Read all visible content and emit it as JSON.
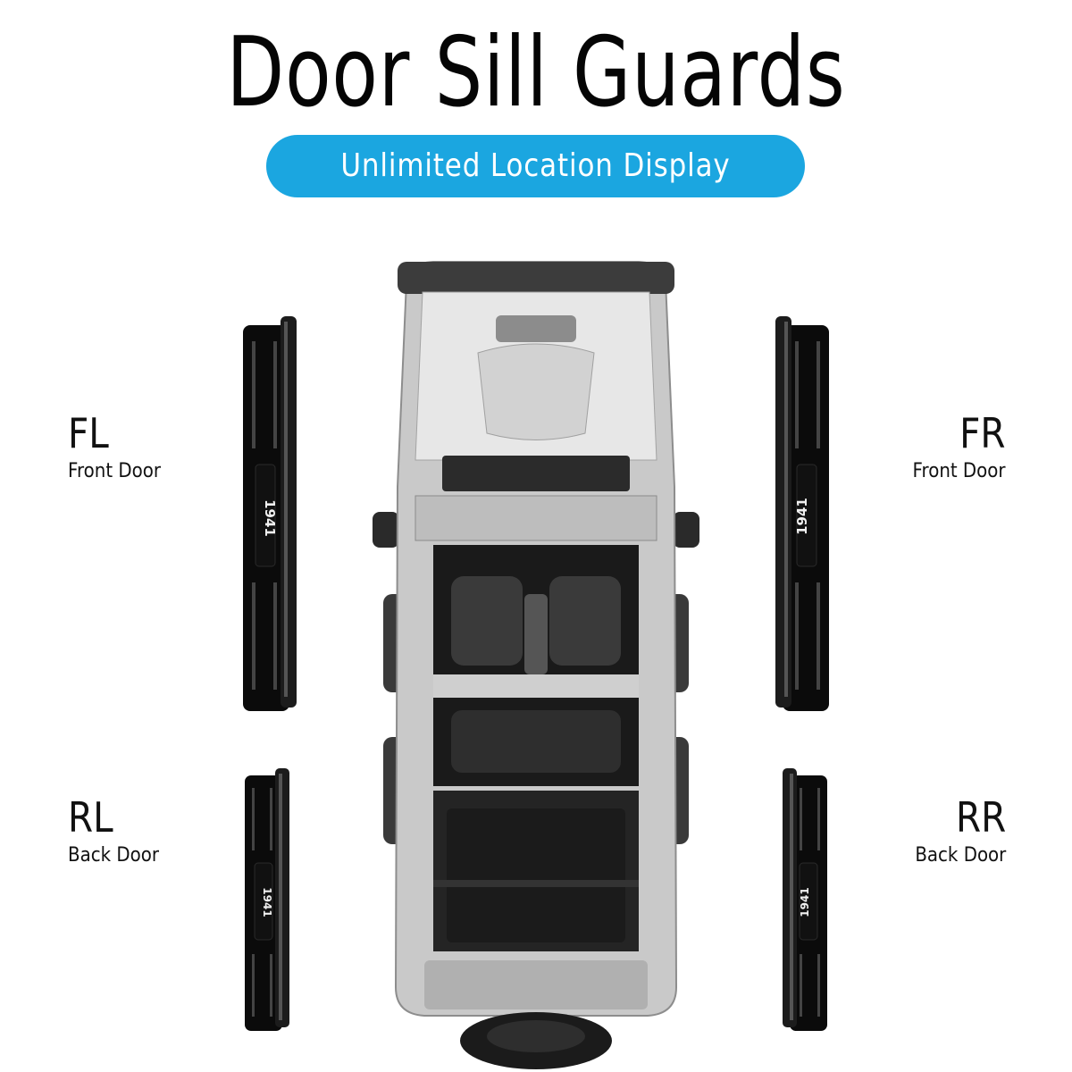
{
  "header": {
    "title": "Door Sill Guards",
    "subtitle": "Unlimited Location Display"
  },
  "positions": {
    "fl": {
      "code": "FL",
      "label": "Front Door"
    },
    "fr": {
      "code": "FR",
      "label": "Front Door"
    },
    "rl": {
      "code": "RL",
      "label": "Back Door"
    },
    "rr": {
      "code": "RR",
      "label": "Back Door"
    }
  },
  "guard_badge_text": "1941",
  "colors": {
    "accent": "#1ba6e0",
    "guard": "#0b0b0b",
    "car_body": "#c9c9c9",
    "interior": "#1a1a1a"
  }
}
